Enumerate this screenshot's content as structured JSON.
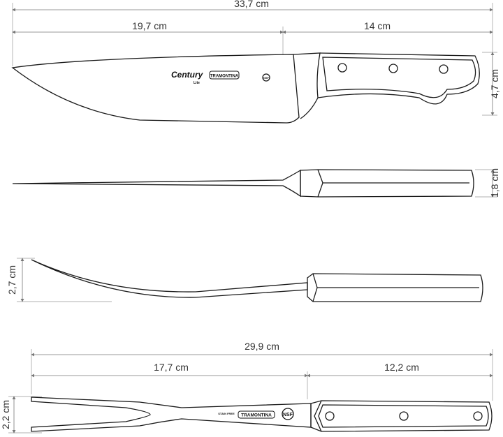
{
  "knife_top_view": {
    "total_length": "33,7 cm",
    "blade_length": "19,7 cm",
    "handle_length": "14 cm",
    "height": "4,7 cm",
    "logos": {
      "brand_line": "Century",
      "brand_sub": "Lite",
      "maker": "TRAMONTINA",
      "cert": "NSF"
    }
  },
  "knife_side_view": {
    "thickness": "1,8 cm"
  },
  "fork_side_view": {
    "height": "2,7 cm"
  },
  "fork_top_view": {
    "total_length": "29,9 cm",
    "tine_length": "17,7 cm",
    "handle_length": "12,2 cm",
    "width": "2,2 cm",
    "logos": {
      "maker": "TRAMONTINA",
      "cert": "NSF",
      "steel": "STAIN FREE"
    }
  }
}
